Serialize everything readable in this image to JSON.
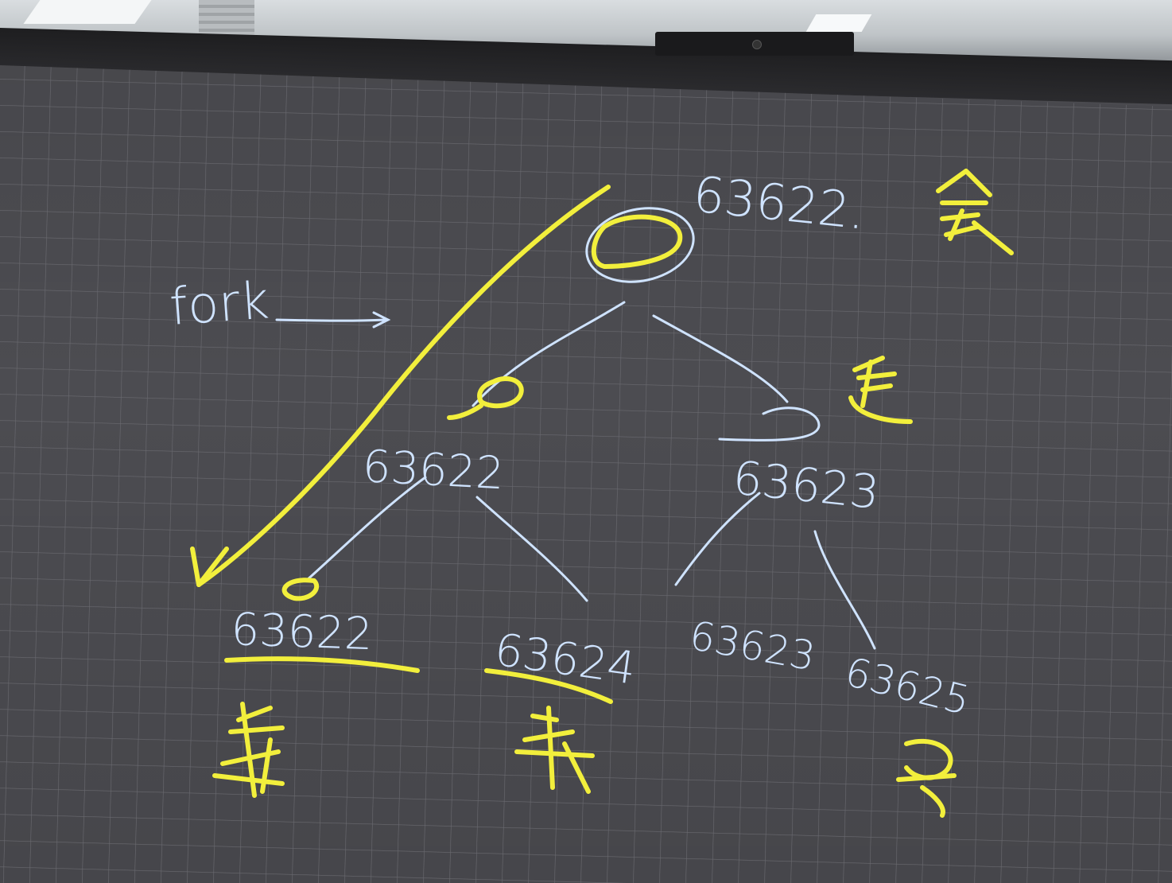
{
  "scene": {
    "description_kind": "photo of an interactive whiteboard with handwritten process tree",
    "ink_colors": {
      "blue": "#cfe3ff",
      "yellow": "#f2ef3c",
      "grid": "#6b6b70"
    }
  },
  "annotations": {
    "fork_label": "fork",
    "root_pid": "63622.",
    "left_child_pid": "63622",
    "right_child_pid": "63623",
    "leaf1_pid": "63622",
    "leaf2_pid": "63624",
    "leaf3_pid": "63623",
    "leaf4_pid": "63625"
  }
}
